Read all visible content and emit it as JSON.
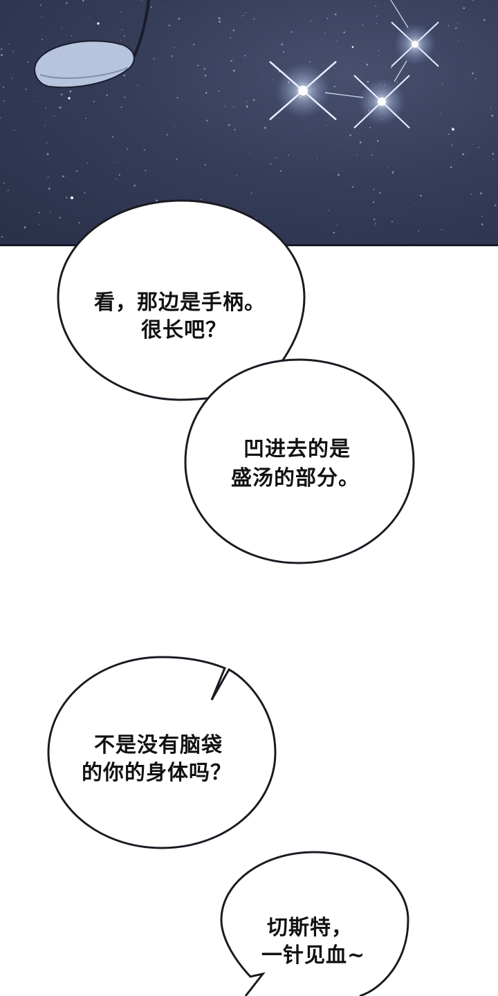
{
  "panel": {
    "sky_colors": {
      "top": "#2a3049",
      "mid": "#363d59",
      "glow": "#48506e"
    },
    "ink_color": "#111111",
    "bubble_fill": "#ffffff"
  },
  "dialogue": [
    {
      "lines": [
        "看，那边是手柄。",
        "很长吧？"
      ]
    },
    {
      "lines": [
        "凹进去的是",
        "盛汤的部分。"
      ]
    },
    {
      "lines": [
        "不是没有脑袋",
        "的你的身体吗？"
      ]
    },
    {
      "lines": [
        "切斯特，",
        "一针见血~"
      ]
    }
  ]
}
